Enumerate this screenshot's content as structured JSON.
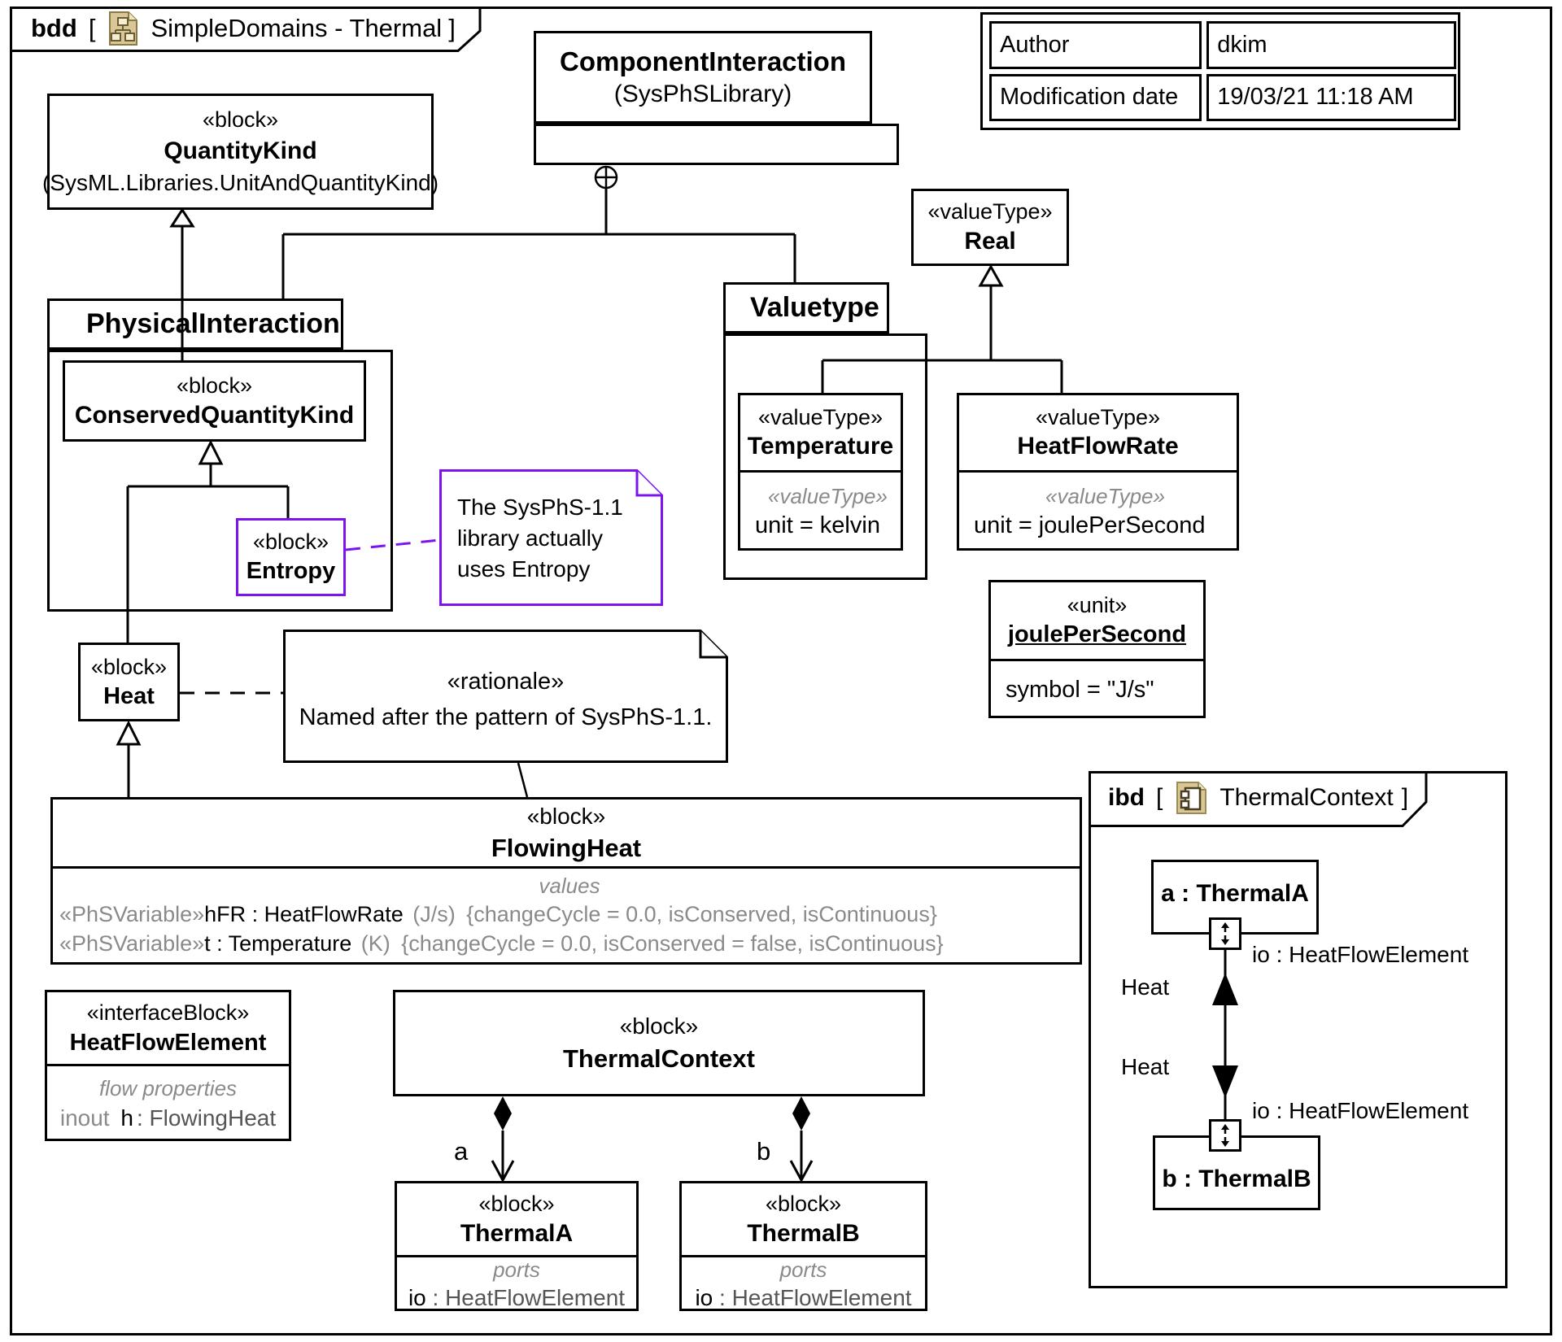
{
  "colors": {
    "purple": "#7d14f0",
    "gray": "#8a8a8a",
    "icon_tan": "#d9c795"
  },
  "frame": {
    "kind": "bdd",
    "open": "[",
    "name": "SimpleDomains - Thermal",
    "close": "]"
  },
  "meta": {
    "author_label": "Author",
    "author_value": "dkim",
    "mod_label": "Modification date",
    "mod_value": "19/03/21 11:18 AM"
  },
  "blocks": {
    "quantity_kind": {
      "stereotype": "«block»",
      "name": "QuantityKind",
      "library": "(SysML.Libraries.UnitAndQuantityKind)"
    },
    "component_interaction": {
      "name": "ComponentInteraction",
      "library": "(SysPhSLibrary)"
    },
    "physical_interaction": {
      "name": "PhysicalInteraction"
    },
    "conserved_quantity_kind": {
      "stereotype": "«block»",
      "name": "ConservedQuantityKind"
    },
    "entropy": {
      "stereotype": "«block»",
      "name": "Entropy"
    },
    "heat": {
      "stereotype": "«block»",
      "name": "Heat"
    },
    "real": {
      "stereotype": "«valueType»",
      "name": "Real"
    },
    "valuetype": {
      "name": "Valuetype"
    },
    "temperature": {
      "stereotype": "«valueType»",
      "name": "Temperature",
      "comp_stereotype": "«valueType»",
      "unit": "unit = kelvin"
    },
    "heat_flow_rate": {
      "stereotype": "«valueType»",
      "name": "HeatFlowRate",
      "comp_stereotype": "«valueType»",
      "unit": "unit = joulePerSecond"
    },
    "joule_per_second": {
      "stereotype": "«unit»",
      "name": "joulePerSecond",
      "symbol": "symbol = \"J/s\""
    },
    "flowing_heat": {
      "stereotype": "«block»",
      "name": "FlowingHeat",
      "comp_label": "values",
      "props": [
        {
          "stereo": "«PhSVariable»",
          "name": "hFR : HeatFlowRate",
          "unit": "(J/s)",
          "constraints": "{changeCycle = 0.0, isConserved, isContinuous}"
        },
        {
          "stereo": "«PhSVariable»",
          "name": "t : Temperature",
          "unit": "(K)",
          "constraints": "{changeCycle = 0.0, isConserved = false, isContinuous}"
        }
      ]
    },
    "heat_flow_element": {
      "stereotype": "«interfaceBlock»",
      "name": "HeatFlowElement",
      "comp_label": "flow properties",
      "prop_dir": "inout",
      "prop_name": "h",
      "prop_type": ": FlowingHeat"
    },
    "thermal_context": {
      "stereotype": "«block»",
      "name": "ThermalContext"
    },
    "thermal_a": {
      "stereotype": "«block»",
      "name": "ThermalA",
      "comp_label": "ports",
      "port_name": "io",
      "port_type": ": HeatFlowElement"
    },
    "thermal_b": {
      "stereotype": "«block»",
      "name": "ThermalB",
      "comp_label": "ports",
      "port_name": "io",
      "port_type": ": HeatFlowElement"
    }
  },
  "notes": {
    "entropy_note": {
      "line1": "The SysPhS-1.1",
      "line2": "library actually",
      "line3": "uses Entropy"
    },
    "rationale": {
      "stereotype": "«rationale»",
      "text": "Named after the pattern of SysPhS-1.1."
    }
  },
  "edges": {
    "a_label": "a",
    "b_label": "b"
  },
  "ibd": {
    "kind": "ibd",
    "open": "[",
    "name": "ThermalContext",
    "close": "]",
    "part_a": "a : ThermalA",
    "part_b": "b : ThermalB",
    "port_a_label": "io : HeatFlowElement",
    "port_b_label": "io : HeatFlowElement",
    "flow_up_label": "Heat",
    "flow_down_label": "Heat"
  }
}
